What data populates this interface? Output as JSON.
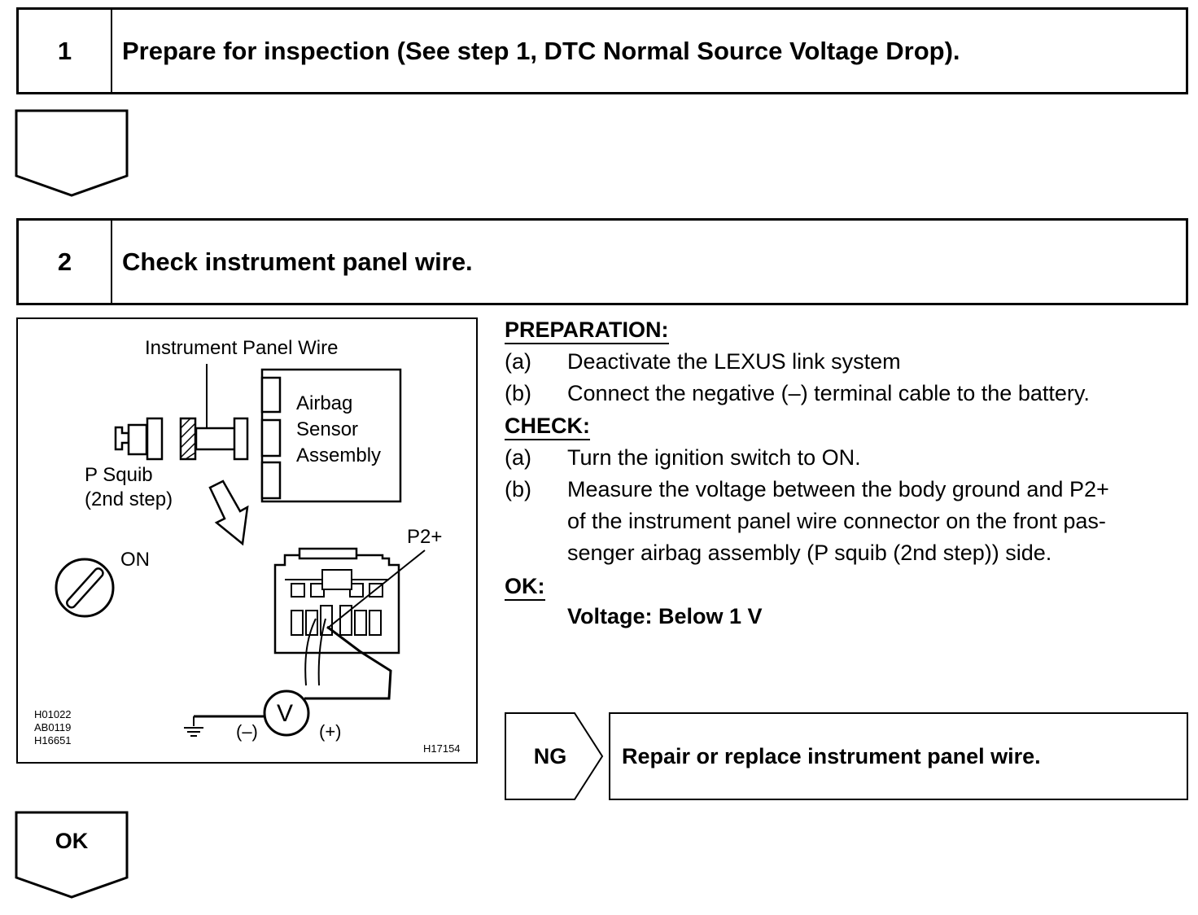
{
  "steps": [
    {
      "number": "1",
      "title": "Prepare for inspection (See step 1, DTC Normal Source Voltage Drop)."
    },
    {
      "number": "2",
      "title": "Check instrument panel wire."
    }
  ],
  "figure": {
    "label_instrument_panel_wire": "Instrument Panel Wire",
    "label_airbag_line1": "Airbag",
    "label_airbag_line2": "Sensor",
    "label_airbag_line3": "Assembly",
    "label_p_squib_line1": "P Squib",
    "label_p_squib_line2": "(2nd step)",
    "label_on": "ON",
    "label_p2plus": "P2+",
    "label_minus": "(–)",
    "label_plus": "(+)",
    "label_v": "V",
    "codes": [
      "H01022",
      "AB0119",
      "H16651"
    ],
    "figure_id": "H17154"
  },
  "preparation": {
    "heading": "PREPARATION:",
    "items": [
      {
        "letter": "(a)",
        "text": "Deactivate the LEXUS link system"
      },
      {
        "letter": "(b)",
        "text": "Connect the negative (–) terminal cable to the battery."
      }
    ]
  },
  "check": {
    "heading": "CHECK:",
    "items": [
      {
        "letter": "(a)",
        "lines": [
          "Turn the ignition switch to ON."
        ]
      },
      {
        "letter": "(b)",
        "lines": [
          "Measure the voltage between the body ground and P2+",
          "of the instrument panel wire connector on the front pas-",
          "senger airbag assembly (P squib (2nd step)) side."
        ]
      }
    ]
  },
  "ok_spec": {
    "heading": "OK:",
    "value": "Voltage: Below 1 V"
  },
  "ng_result": {
    "badge": "NG",
    "action": "Repair or replace instrument panel wire."
  },
  "ok_result": {
    "badge": "OK"
  }
}
